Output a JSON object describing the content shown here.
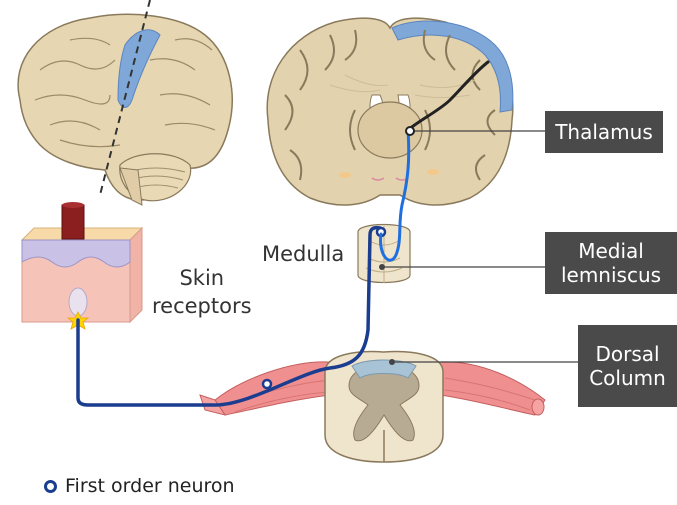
{
  "labels": {
    "thalamus": "Thalamus",
    "medial_lemniscus": "Medial\nlemniscus",
    "dorsal_column": "Dorsal\nColumn",
    "medulla": "Medulla",
    "skin_receptors": "Skin\nreceptors"
  },
  "legend": {
    "text": "First order neuron",
    "color": "#1a3d8f"
  },
  "colors": {
    "first_order_neuron": "#1a3d8f",
    "second_order_neuron": "#1f6fe0",
    "third_order_neuron": "#222222",
    "cortex_highlight": "#7fa8d8",
    "brain_tissue": "#e3d2ae",
    "spinal_nerve": "#f08f8f",
    "label_box": "#4a4a4a"
  }
}
